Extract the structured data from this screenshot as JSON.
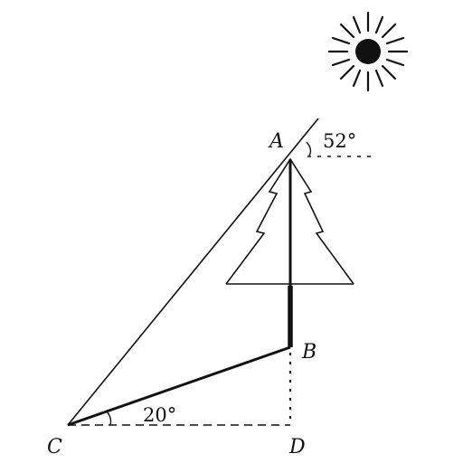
{
  "diagram": {
    "points": {
      "A": "A",
      "B": "B",
      "C": "C",
      "D": "D"
    },
    "angles": {
      "sun_elevation": "52°",
      "slope": "20°"
    },
    "icons": {
      "sun": "sun-icon",
      "tree": "tree-icon"
    },
    "colors": {
      "ink": "#111111",
      "background": "#ffffff"
    }
  }
}
